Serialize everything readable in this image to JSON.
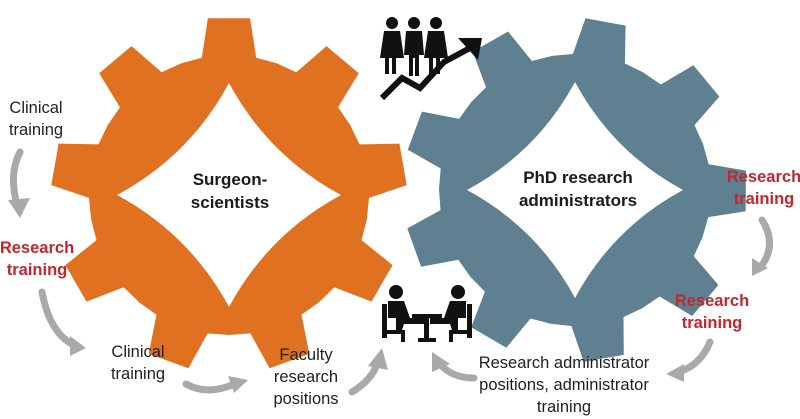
{
  "colors": {
    "orange_gear": "#E07121",
    "teal_gear": "#5E8090",
    "arrow_gray": "#A9A9A9",
    "label_red": "#C1272D",
    "label_dark": "#1F1F1F",
    "icon_black": "#111111"
  },
  "gears": {
    "left": {
      "line1": "Surgeon-",
      "line2": "scientists"
    },
    "right": {
      "line1": "PhD research",
      "line2": "administrators"
    }
  },
  "left_track": {
    "clinical_top": {
      "line1": "Clinical",
      "line2": "training"
    },
    "research_left": {
      "line1": "Research",
      "line2": "training"
    },
    "clinical_bottom": {
      "line1": "Clinical",
      "line2": "training"
    },
    "faculty": {
      "line1": "Faculty",
      "line2": "research",
      "line3": "positions"
    }
  },
  "right_track": {
    "research_top": {
      "line1": "Research",
      "line2": "training"
    },
    "research_mid": {
      "line1": "Research",
      "line2": "training"
    },
    "administrator": {
      "line1": "Research administrator",
      "line2": "positions, administrator",
      "line3": "training"
    }
  },
  "icons": [
    "people-growth-icon",
    "meeting-table-icon"
  ]
}
